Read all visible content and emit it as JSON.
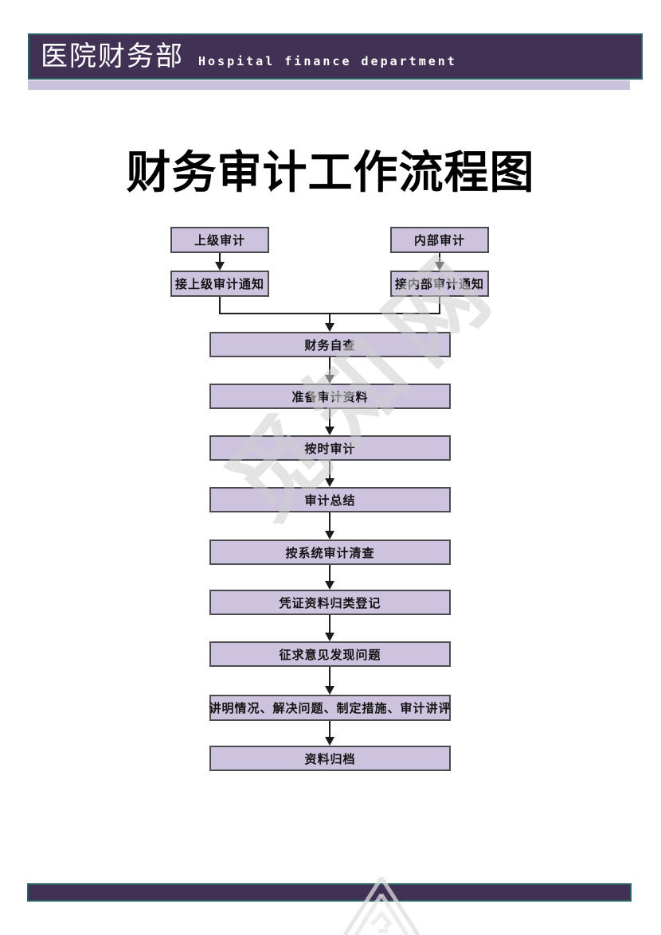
{
  "header": {
    "title_zh": "医院财务部",
    "title_en": "Hospital finance department",
    "bar_color": "#413255",
    "border_color": "#2b6365",
    "strip_color": "#cbc3dd"
  },
  "document": {
    "title": "财务审计工作流程图"
  },
  "flowchart": {
    "box_fill": "#cdc3de",
    "box_border": "#4b4b50",
    "line_color": "#1c1c1c",
    "top_branches": [
      {
        "source": "上级审计",
        "notice": "接上级审计通知"
      },
      {
        "source": "内部审计",
        "notice": "接内部审计通知"
      }
    ],
    "steps": [
      "财务自查",
      "准备审计资料",
      "按时审计",
      "审计总结",
      "按系统审计清查",
      "凭证资料归类登记",
      "征求意见发现问题",
      "讲明情况、解决问题、制定措施、审计讲评",
      "资料归档"
    ]
  },
  "watermark": {
    "text": "觅知网"
  },
  "footer": {
    "bar_color": "#413255"
  }
}
